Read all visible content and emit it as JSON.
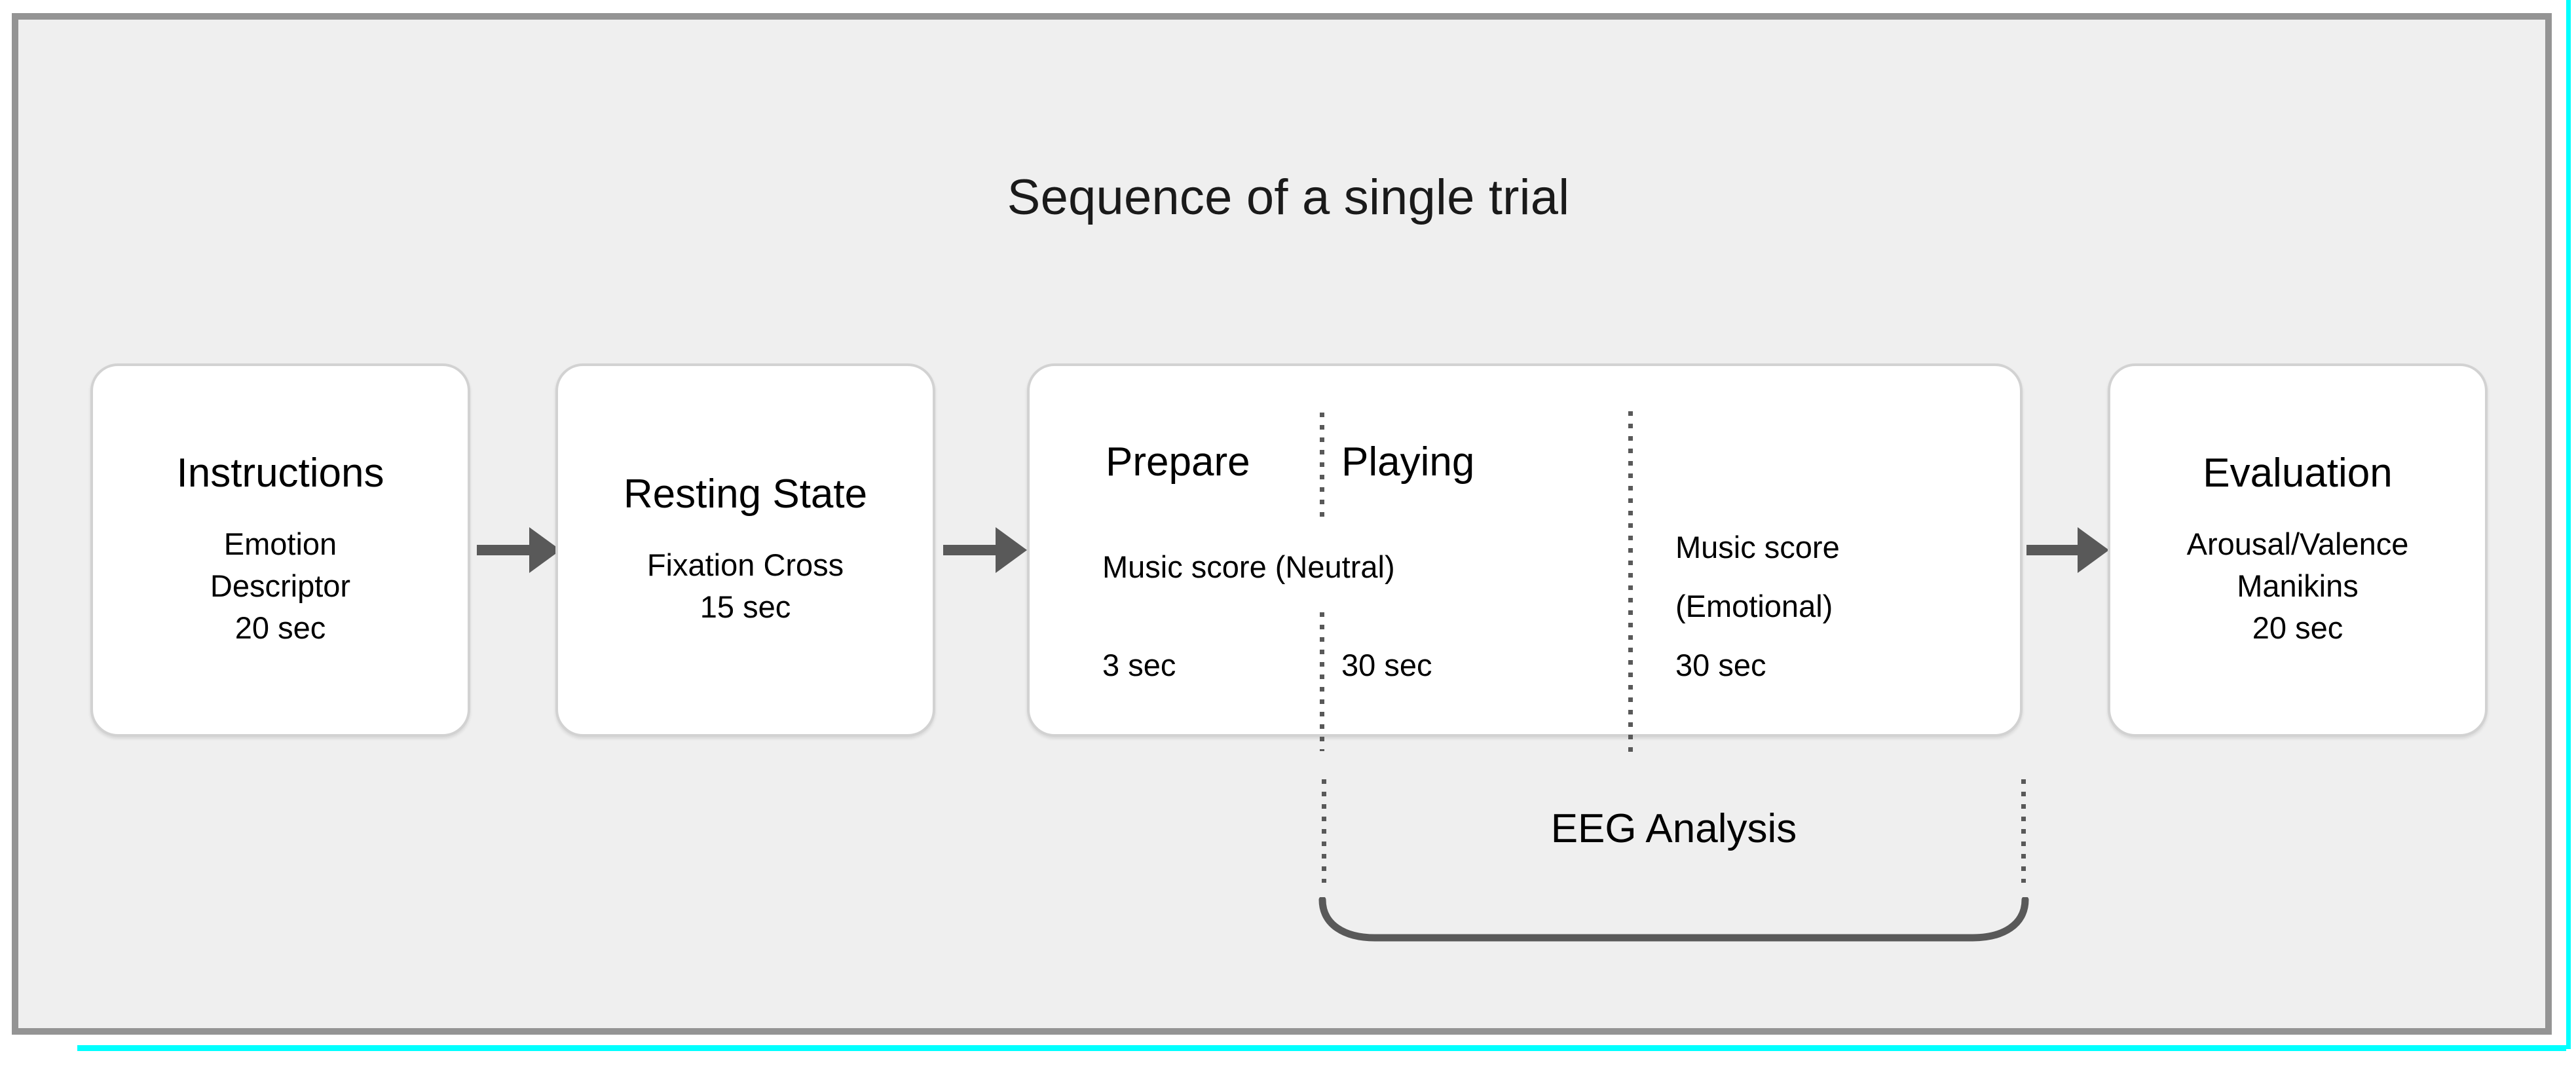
{
  "figure": {
    "title": "Sequence of a single trial",
    "accent_cyan": "#00FFFF",
    "frame_border": "#949494",
    "panel_background": "#EFEFEF",
    "box_background": "#FFFFFF",
    "box_border": "#D2D2D2",
    "arrow_color": "#595959"
  },
  "stages": [
    {
      "head": "Instructions",
      "lines": [
        "Emotion",
        "Descriptor",
        "20 sec"
      ]
    },
    {
      "head": "Resting State",
      "lines": [
        "Fixation Cross",
        "15 sec"
      ]
    },
    {
      "head": "Evaluation",
      "lines": [
        "Arousal/Valence",
        "Manikins",
        "20 sec"
      ]
    }
  ],
  "trial_box": {
    "segment_prepare_title": "Prepare",
    "segment_playing_title": "Playing",
    "music_score_neutral": "Music score (Neutral)",
    "music_score_emotional_line1": "Music score",
    "music_score_emotional_line2": "(Emotional)",
    "prepare_duration": "3 sec",
    "playing_neutral_duration": "30 sec",
    "playing_emotional_duration": "30 sec"
  },
  "analysis": {
    "label": "EEG Analysis"
  }
}
